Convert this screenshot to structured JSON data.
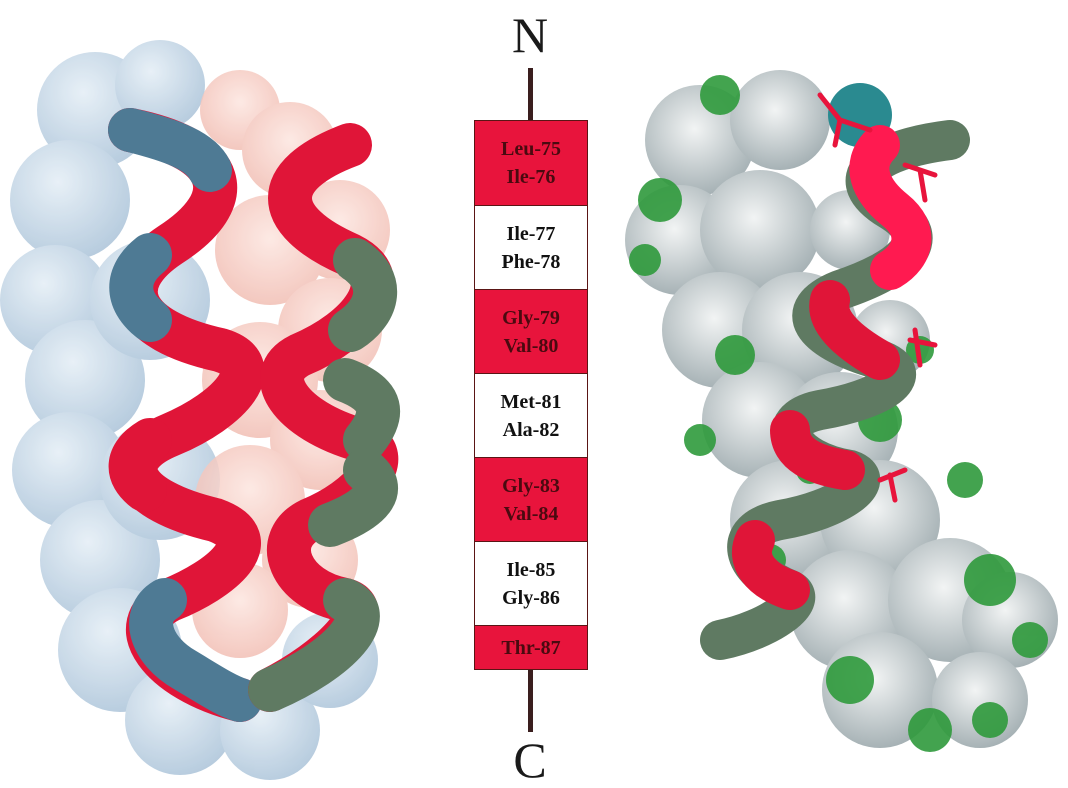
{
  "termini": {
    "n": "N",
    "c": "C"
  },
  "segments": [
    {
      "residues": [
        "Leu-75",
        "Ile-76"
      ],
      "highlight": true
    },
    {
      "residues": [
        "Ile-77",
        "Phe-78"
      ],
      "highlight": false
    },
    {
      "residues": [
        "Gly-79",
        "Val-80"
      ],
      "highlight": true
    },
    {
      "residues": [
        "Met-81",
        "Ala-82"
      ],
      "highlight": false
    },
    {
      "residues": [
        "Gly-83",
        "Val-84"
      ],
      "highlight": true
    },
    {
      "residues": [
        "Ile-85",
        "Gly-86"
      ],
      "highlight": false
    },
    {
      "residues": [
        "Thr-87"
      ],
      "highlight": true
    }
  ],
  "colors": {
    "highlight": "#e8143c",
    "helix_gray_green": "#5f7a62",
    "helix_blue_gray": "#4e7a94",
    "surface_blue": "#b7cde0",
    "surface_pink": "#f5c8c0",
    "surface_gray": "#c8d0d2",
    "hydrophobic_green": "#2f9a3c"
  }
}
